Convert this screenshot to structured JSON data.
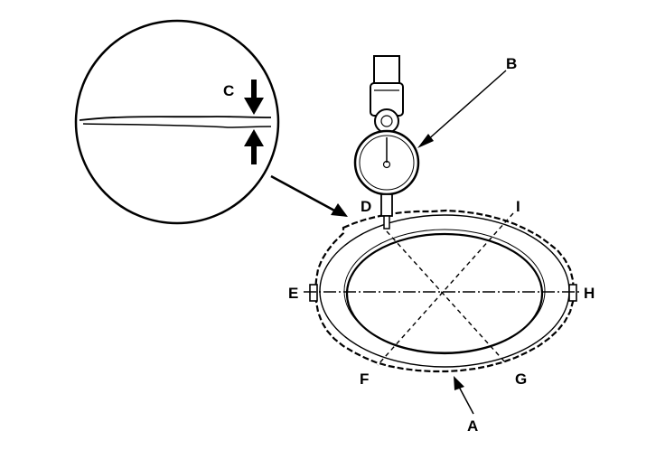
{
  "diagram": {
    "labels": {
      "A": "A",
      "B": "B",
      "C": "C",
      "D": "D",
      "E": "E",
      "F": "F",
      "G": "G",
      "H": "H",
      "I": "I"
    },
    "colors": {
      "ink": "#000000",
      "paper": "#ffffff"
    }
  }
}
